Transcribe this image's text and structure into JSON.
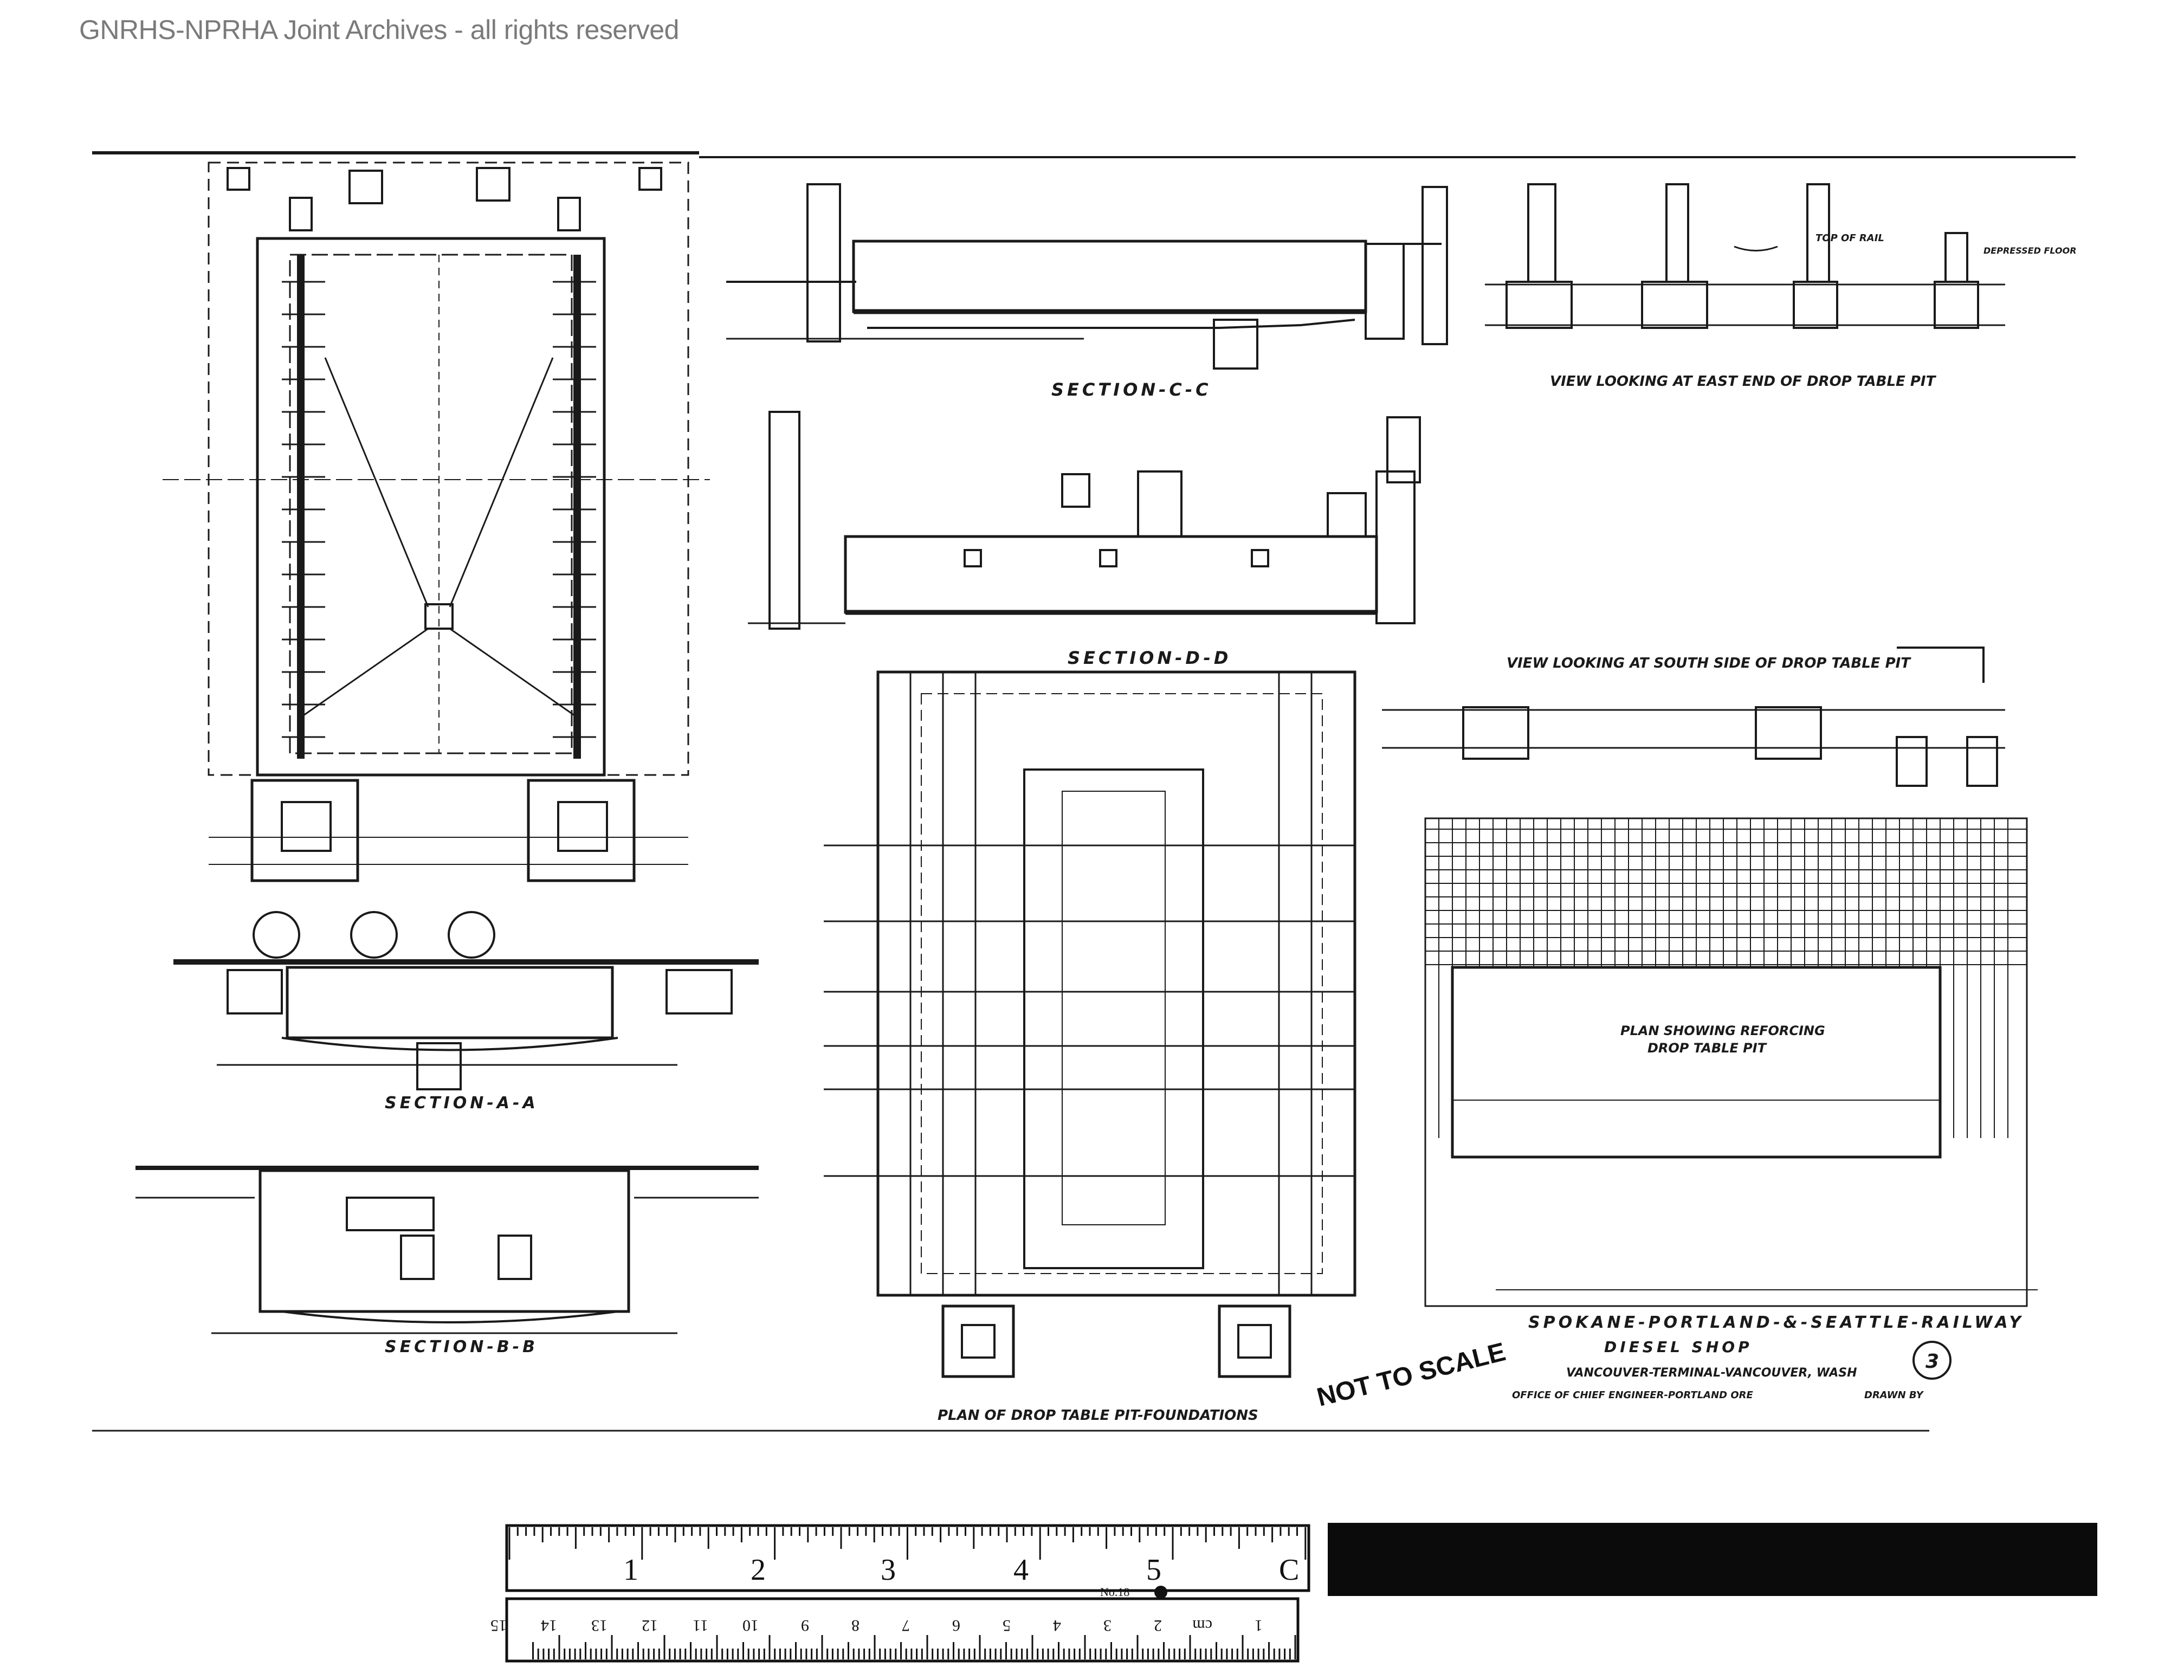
{
  "watermark": "GNRHS-NPRHA Joint Archives - all rights reserved",
  "views": {
    "section_cc": "SECTION-C-C",
    "east_end": "VIEW LOOKING AT EAST END OF DROP TABLE PIT",
    "section_dd": "SECTION-D-D",
    "south_side": "VIEW LOOKING AT SOUTH SIDE OF DROP TABLE PIT",
    "section_aa": "SECTION-A-A",
    "section_bb": "SECTION-B-B",
    "plan_foundations": "PLAN OF DROP TABLE PIT-FOUNDATIONS",
    "plan_reinforcing_1": "PLAN SHOWING REFORCING",
    "plan_reinforcing_2": "DROP TABLE PIT",
    "top_of_rail": "TOP OF RAIL",
    "depressed_floor": "DEPRESSED FLOOR"
  },
  "title_block": {
    "railway": "SPOKANE-PORTLAND-&-SEATTLE-RAILWAY",
    "shop": "DIESEL SHOP",
    "location": "VANCOUVER-TERMINAL-VANCOUVER, WASH",
    "office": "OFFICE OF CHIEF ENGINEER-PORTLAND ORE",
    "drawn": "DRAWN BY",
    "sheet_number": "3"
  },
  "stamp": "NOT TO SCALE",
  "ruler": {
    "inch_labels": [
      "1",
      "2",
      "3",
      "4",
      "5",
      "C"
    ],
    "model": "No.18",
    "cm_labels": [
      "1",
      "cm",
      "2",
      "3",
      "4",
      "5",
      "6",
      "7",
      "8",
      "9",
      "10",
      "11",
      "12",
      "13",
      "14",
      "15"
    ]
  }
}
